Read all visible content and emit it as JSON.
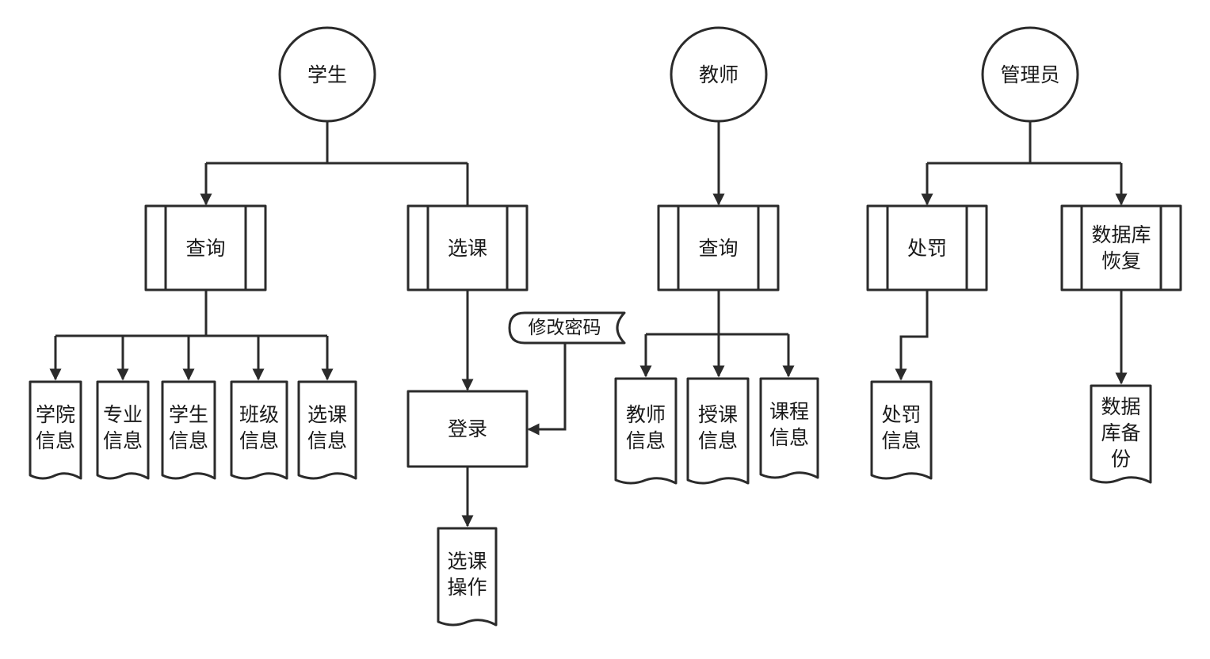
{
  "actors": {
    "student": "学生",
    "teacher": "教师",
    "admin": "管理员"
  },
  "processes": {
    "student_query": "查询",
    "course_select": "选课",
    "login": "登录",
    "teacher_query": "查询",
    "punish": "处罚",
    "db_restore": "数据库\n恢复"
  },
  "terminator": {
    "change_password": "修改密码"
  },
  "documents": {
    "college_info": "学院\n信息",
    "major_info": "专业\n信息",
    "student_info": "学生\n信息",
    "class_info": "班级\n信息",
    "course_select_info": "选课\n信息",
    "course_select_op": "选课\n操作",
    "teacher_info": "教师\n信息",
    "teaching_info": "授课\n信息",
    "course_info": "课程\n信息",
    "punish_info": "处罚\n信息",
    "db_backup": "数据\n库备\n份"
  },
  "colors": {
    "stroke": "#2b2b2b",
    "fill": "#ffffff",
    "text": "#1a1a1a"
  }
}
